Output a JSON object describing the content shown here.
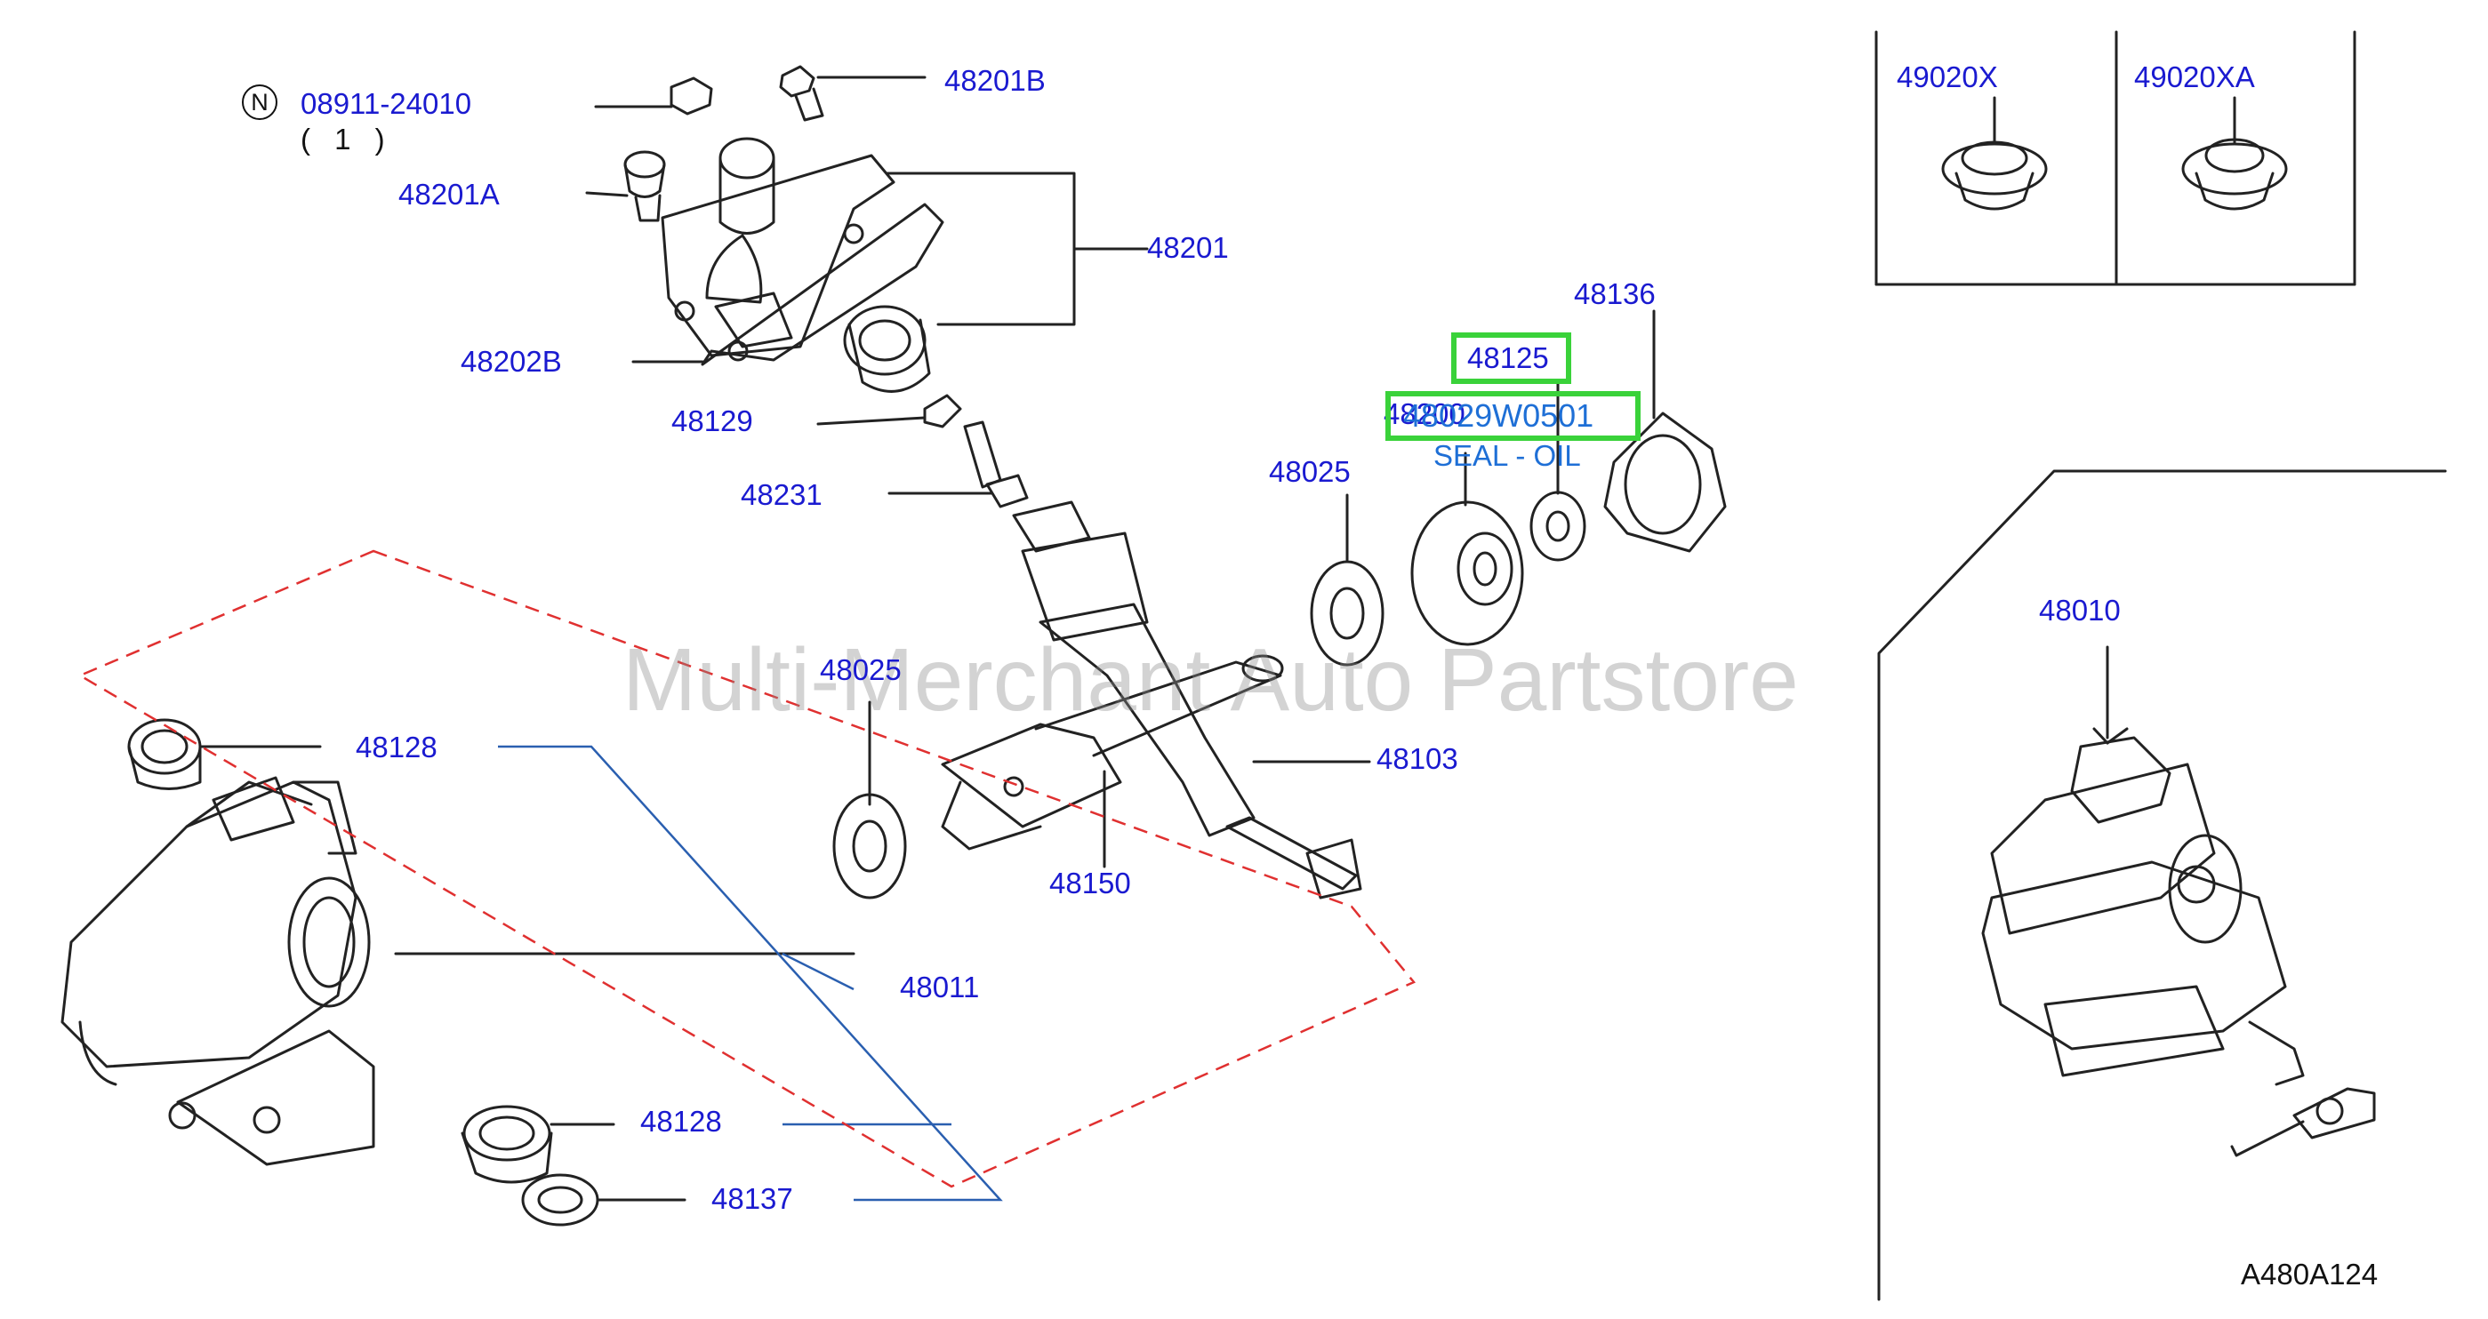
{
  "watermark": "Multi-Merchant Auto Partstore",
  "diagram_code": "A480A124",
  "note": {
    "symbol": "N",
    "part": "08911-24010",
    "qty": "( 1 )"
  },
  "labels": [
    {
      "id": "48201B",
      "text": "48201B"
    },
    {
      "id": "48201A",
      "text": "48201A"
    },
    {
      "id": "48201",
      "text": "48201"
    },
    {
      "id": "48202B",
      "text": "48202B"
    },
    {
      "id": "48129",
      "text": "48129"
    },
    {
      "id": "48231",
      "text": "48231"
    },
    {
      "id": "48025a",
      "text": "48025"
    },
    {
      "id": "48025b",
      "text": "48025"
    },
    {
      "id": "48136",
      "text": "48136"
    },
    {
      "id": "48200",
      "text": "48200"
    },
    {
      "id": "48128a",
      "text": "48128"
    },
    {
      "id": "48103",
      "text": "48103"
    },
    {
      "id": "48150",
      "text": "48150"
    },
    {
      "id": "48011",
      "text": "48011"
    },
    {
      "id": "48128b",
      "text": "48128"
    },
    {
      "id": "48137",
      "text": "48137"
    },
    {
      "id": "49020X",
      "text": "49020X"
    },
    {
      "id": "49020XA",
      "text": "49020XA"
    },
    {
      "id": "48010",
      "text": "48010"
    }
  ],
  "highlight": {
    "label": "48125",
    "part_number": "48029W0501",
    "description": "SEAL - OIL",
    "color": "#3ad23a"
  },
  "colors": {
    "label": "#1a1ad0",
    "leader": "#2a5fb0",
    "dashed": "#e03030",
    "ink": "#222222"
  }
}
